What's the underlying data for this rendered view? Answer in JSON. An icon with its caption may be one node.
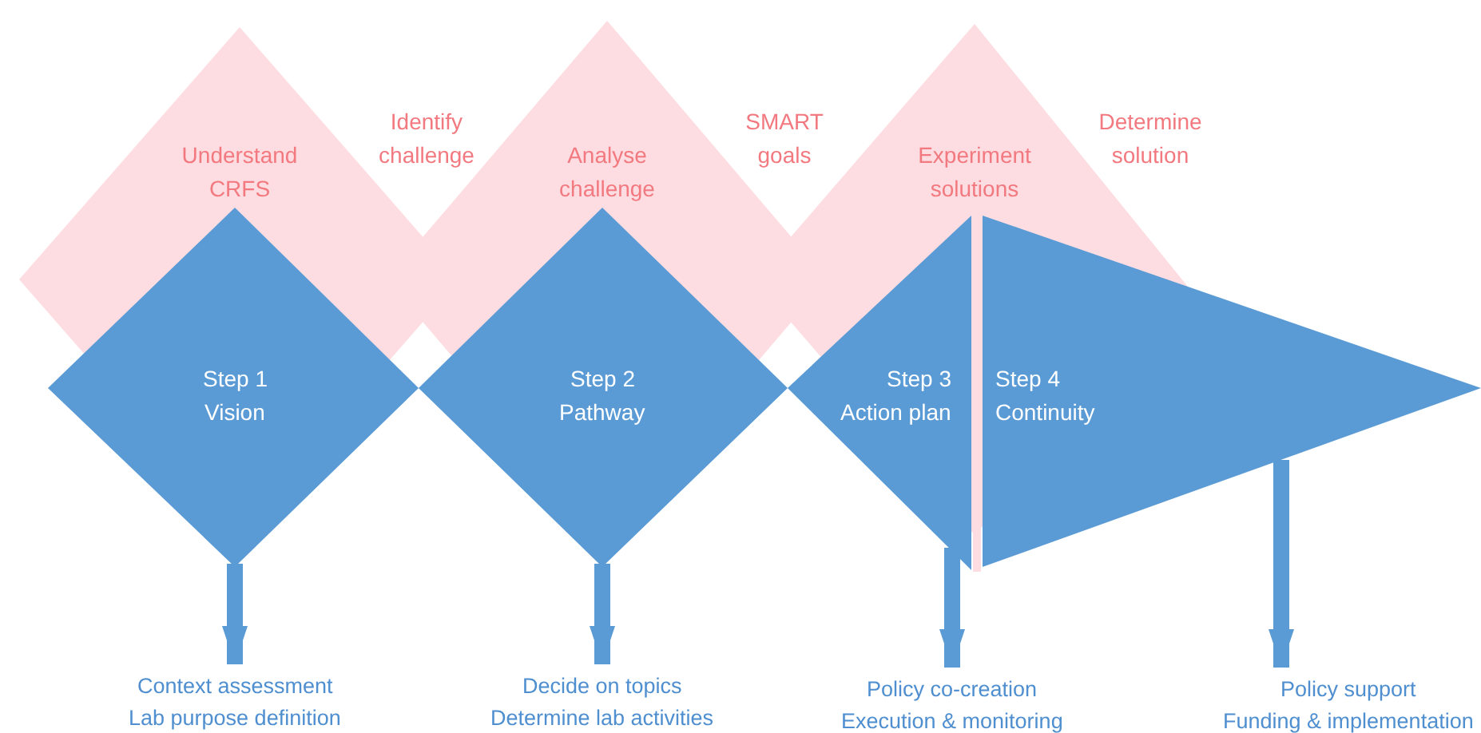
{
  "diagram": {
    "nodes": [
      {
        "text": [
          "Understand CRFS"
        ]
      },
      {
        "text": [
          "Analyse challenge"
        ]
      },
      {
        "text": [
          "Experiment solutions"
        ]
      },
      {
        "text": [
          "Step 1",
          "Vision"
        ]
      },
      {
        "text": [
          "Step 2",
          "Pathway"
        ]
      },
      {
        "text": [
          "Step 3",
          "Action plan"
        ]
      },
      {
        "text": [
          "Step 4",
          "Continuity"
        ]
      },
      {
        "text": [
          "Context assessment",
          "Lab purpose definition"
        ]
      },
      {
        "text": [
          "Decide on topics",
          "Determine lab activities"
        ]
      },
      {
        "text": [
          "Policy co-creation",
          "Execution & monitoring"
        ]
      },
      {
        "text": [
          "Policy support",
          "Funding & implementation"
        ]
      }
    ],
    "edges": [
      {
        "from": 3,
        "to": 7,
        "arrow": "to"
      },
      {
        "from": 4,
        "to": 8,
        "arrow": "to"
      },
      {
        "from": 5,
        "to": 9,
        "arrow": "to"
      },
      {
        "from": 6,
        "to": 10,
        "arrow": "to"
      }
    ],
    "labels": [
      "Identify challenge",
      "SMART goals",
      "Determine solution"
    ]
  }
}
